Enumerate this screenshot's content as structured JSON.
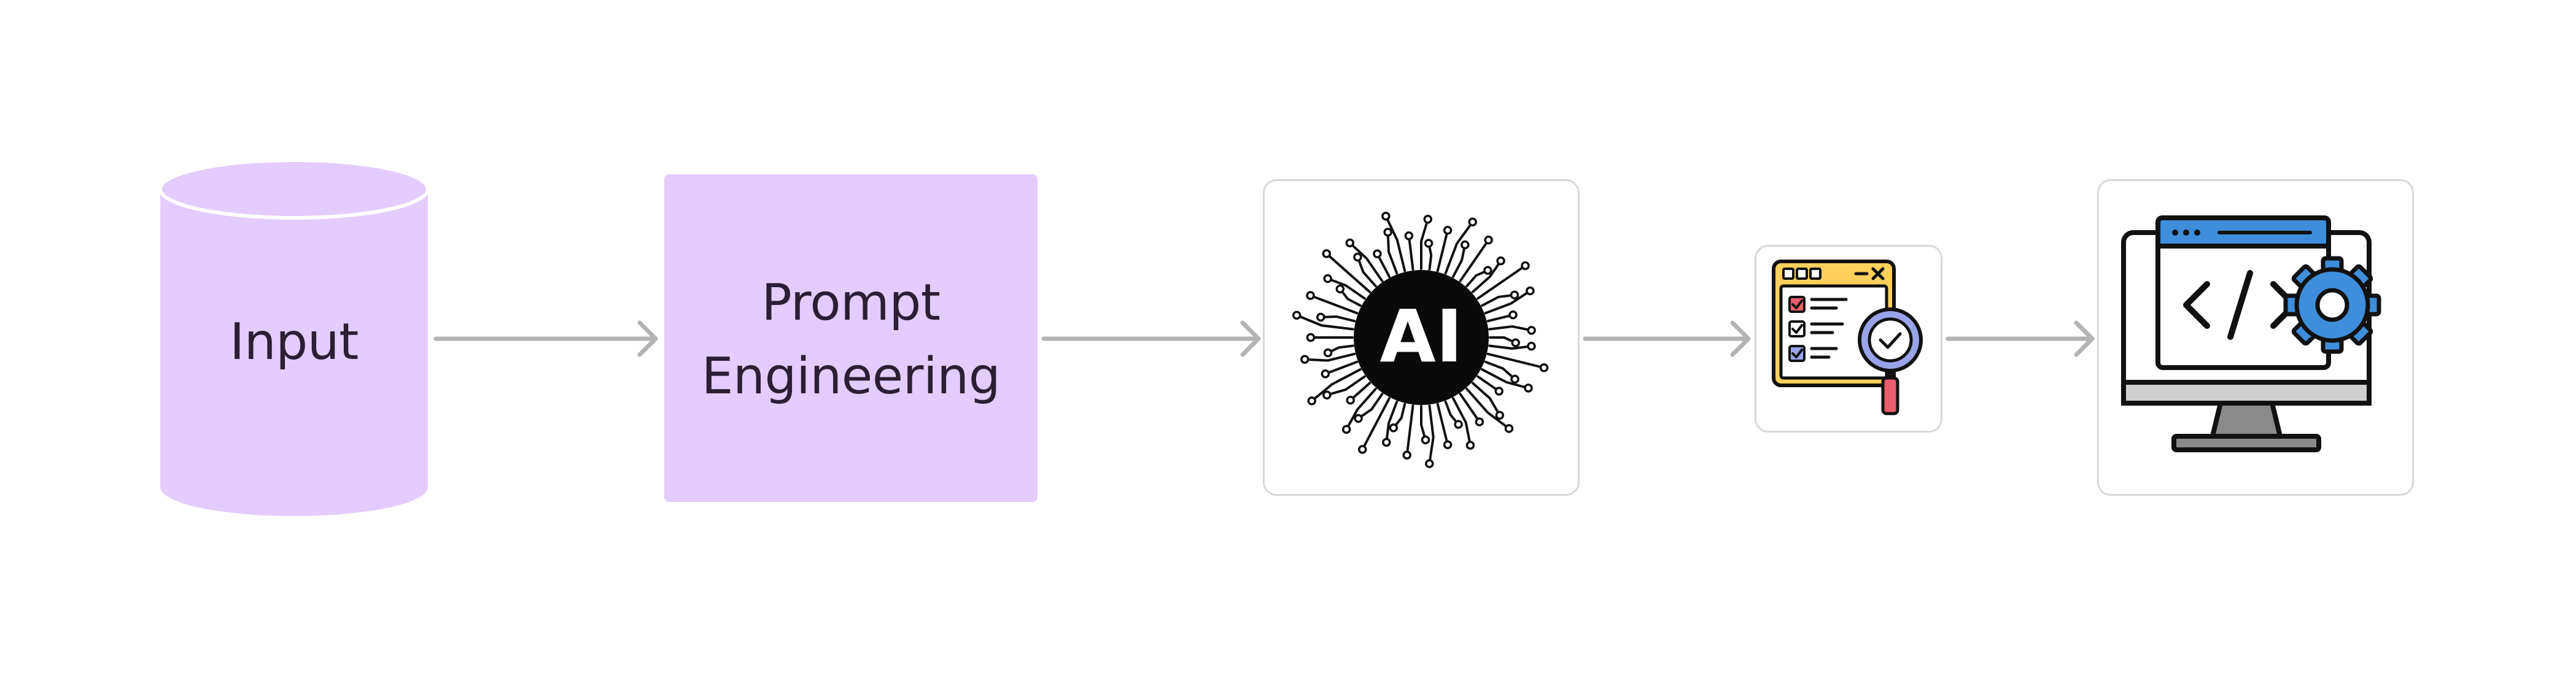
{
  "diagram": {
    "nodes": [
      {
        "id": "input",
        "shape": "cylinder",
        "label": "Input",
        "fill": "#e3ccff"
      },
      {
        "id": "prompt-engineering",
        "shape": "rectangle",
        "label_lines": [
          "Prompt",
          "Engineering"
        ],
        "fill": "#e3ccff"
      },
      {
        "id": "ai-model",
        "shape": "icon-card",
        "icon": "ai-chip-icon",
        "icon_text": "AI"
      },
      {
        "id": "evaluation",
        "shape": "icon-card",
        "icon": "checklist-magnifier-icon"
      },
      {
        "id": "code-deployment",
        "shape": "icon-card",
        "icon": "monitor-code-gear-icon"
      }
    ],
    "edges": [
      {
        "from": "input",
        "to": "prompt-engineering"
      },
      {
        "from": "prompt-engineering",
        "to": "ai-model"
      },
      {
        "from": "ai-model",
        "to": "evaluation"
      },
      {
        "from": "evaluation",
        "to": "code-deployment"
      }
    ],
    "colors": {
      "node_fill": "#e3ccff",
      "arrow": "#b3b3b3",
      "card_border": "#d8d8d8",
      "text": "#2a1f33",
      "icon_yellow": "#ffd15c",
      "icon_blue": "#3e8edb",
      "icon_red": "#ec5d6e",
      "icon_purple": "#9aa3ea"
    }
  }
}
